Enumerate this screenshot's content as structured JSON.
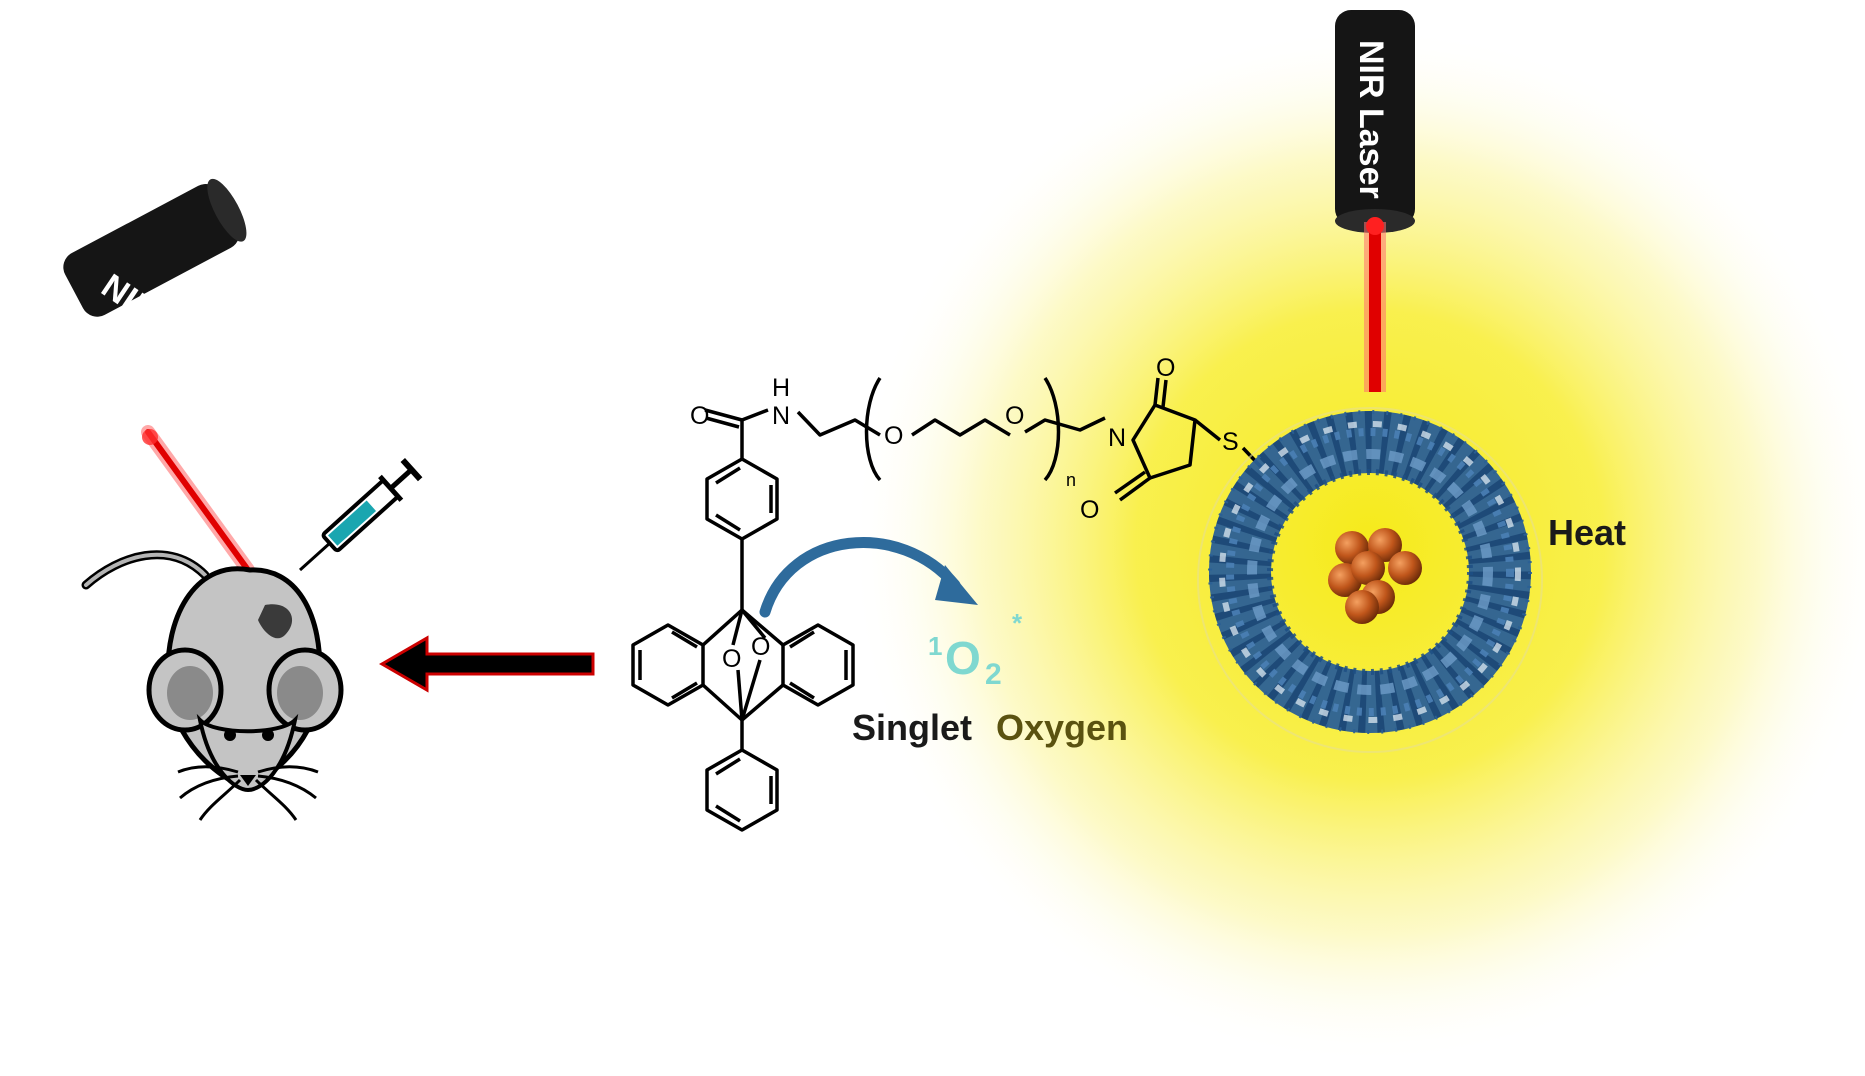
{
  "figure": {
    "laser_left_label": "NIR Laser",
    "laser_right_label": "NIR Laser",
    "heat_label": "Heat",
    "singlet_word": "Singlet",
    "oxygen_word": "Oxygen",
    "singlet_oxygen_symbol": {
      "superscript_left": "1",
      "element": "O",
      "subscript": "2",
      "superscript_right": "*"
    },
    "atoms": {
      "carbonyl_o": "O",
      "amide_n": "N",
      "amide_h": "H",
      "ether_o_1": "O",
      "ether_o_2": "O",
      "repeat_n": "n",
      "imide_n": "N",
      "imide_o_top": "O",
      "imide_o_bottom": "O",
      "thioether_s": "S",
      "peroxide_o_1": "O",
      "peroxide_o_2": "O"
    },
    "colors": {
      "glow": "#f8ee30",
      "laser_beam": "#ee1111",
      "laser_body": "#151515",
      "arrow_shaft": "#000000",
      "arrow_outline": "#cc0000",
      "curved_arrow": "#2e6b9c",
      "singlet_oxygen_symbol": "#7fd8d0",
      "singlet_text": "#1a1a1a",
      "oxygen_text": "#5a5210",
      "cage_protein": "#2a5f96",
      "nanoparticle": "#c0561b"
    },
    "icons": [
      "mouse-icon",
      "syringe-icon",
      "laser-icon",
      "protein-cage-icon",
      "nanoparticle-cluster-icon"
    ]
  }
}
